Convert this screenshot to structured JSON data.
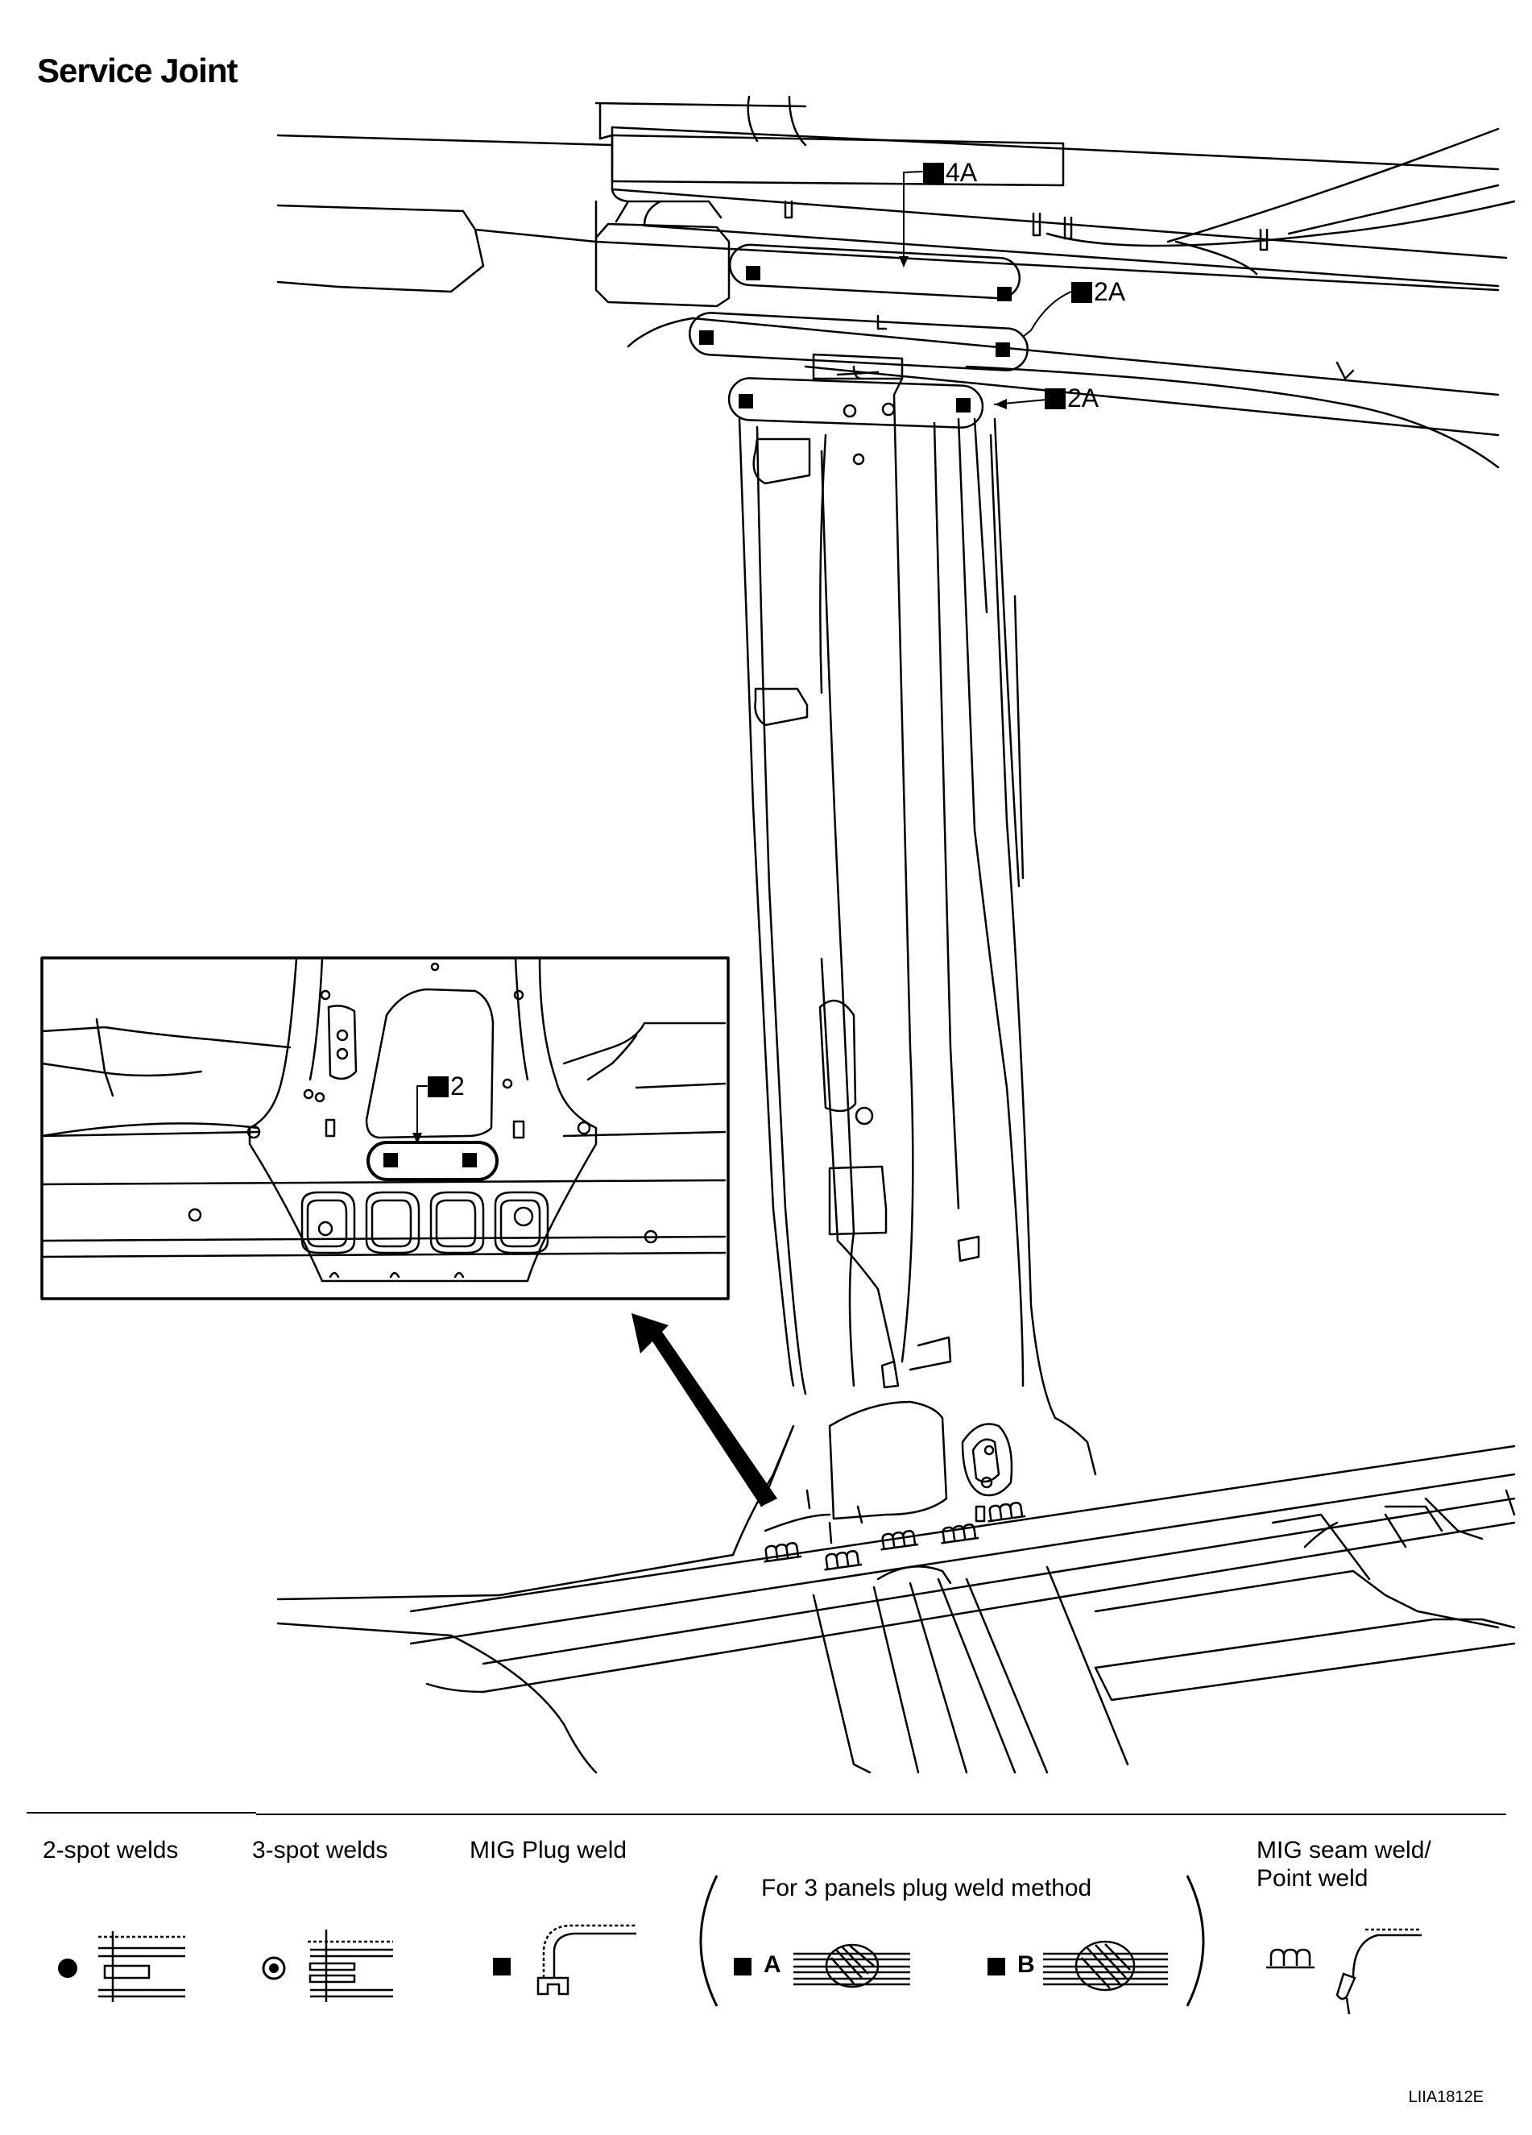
{
  "title": "Service Joint",
  "callouts": {
    "weld_4a": "4A",
    "weld_2a_upper": "2A",
    "weld_2a_lower": "2A",
    "weld_2_inset": "2"
  },
  "legend": {
    "two_spot": "2-spot welds",
    "three_spot": "3-spot welds",
    "mig_plug": "MIG Plug weld",
    "three_panels": "For 3 panels plug weld method",
    "method_a": "A",
    "method_b": "B",
    "mig_seam_line1": "MIG seam weld/",
    "mig_seam_line2": "Point weld"
  },
  "figure_code": "LIIA1812E",
  "icons": [
    "spot-weld-dot-icon",
    "three-spot-weld-icon",
    "plug-weld-square-icon",
    "seam-weld-icon"
  ]
}
